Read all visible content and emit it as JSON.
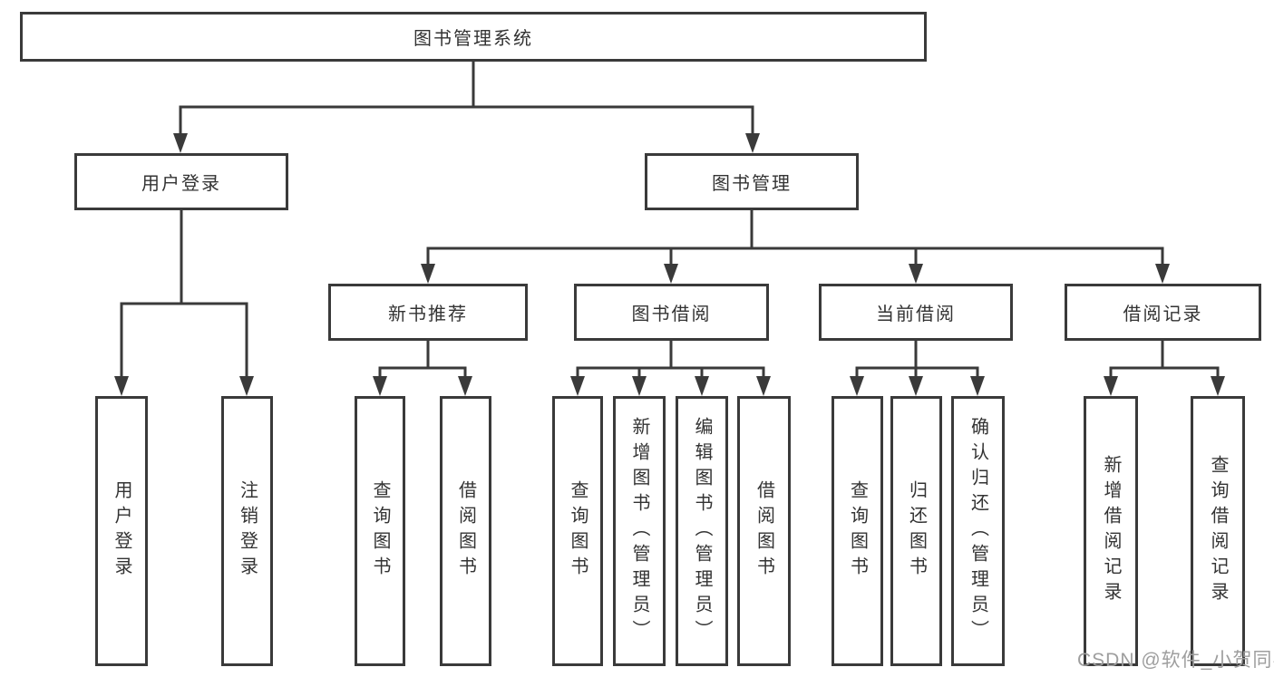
{
  "title": {
    "label": "图书管理系统"
  },
  "level2": [
    {
      "label": "用户登录"
    },
    {
      "label": "图书管理"
    }
  ],
  "level3": [
    {
      "label": "新书推荐"
    },
    {
      "label": "图书借阅"
    },
    {
      "label": "当前借阅"
    },
    {
      "label": "借阅记录"
    }
  ],
  "leaves": {
    "login": [
      {
        "label": "用户登录"
      },
      {
        "label": "注销登录"
      }
    ],
    "newbook": [
      {
        "label": "查询图书"
      },
      {
        "label": "借阅图书"
      }
    ],
    "borrow": [
      {
        "label": "查询图书"
      },
      {
        "label": "新增图书（管理员）"
      },
      {
        "label": "编辑图书（管理员）"
      },
      {
        "label": "借阅图书"
      }
    ],
    "current": [
      {
        "label": "查询图书"
      },
      {
        "label": "归还图书"
      },
      {
        "label": "确认归还（管理员）"
      }
    ],
    "records": [
      {
        "label": "新增借阅记录"
      },
      {
        "label": "查询借阅记录"
      }
    ]
  },
  "watermark": {
    "label": "CSDN @软件_小贺同学"
  },
  "colors": {
    "line": "#3a3a3a",
    "text": "#333333",
    "background": "#ffffff",
    "watermark": "#9e9e9e"
  }
}
